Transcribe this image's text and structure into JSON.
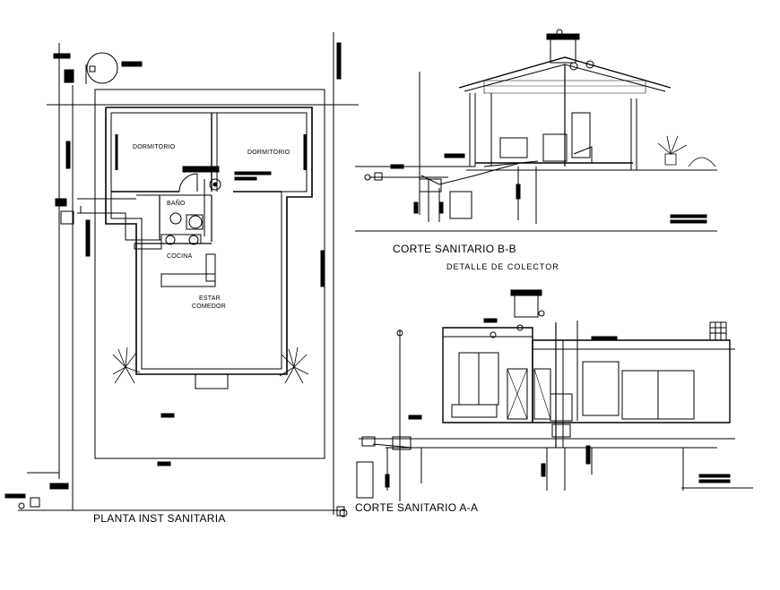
{
  "plan": {
    "title": "PLANTA INST SANITARIA",
    "rooms": {
      "dormitorio_left": "DORMITORIO",
      "dormitorio_right": "DORMITORIO",
      "bano": "BAÑO",
      "cocina": "COCINA",
      "estar": "ESTAR",
      "comedor": "COMEDOR"
    }
  },
  "section_bb": {
    "title": "CORTE SANITARIO B-B",
    "detail_title": "DETALLE DE COLECTOR"
  },
  "section_aa": {
    "title": "CORTE SANITARIO A-A"
  },
  "colors": {
    "ink": "#000000",
    "background": "#ffffff"
  }
}
